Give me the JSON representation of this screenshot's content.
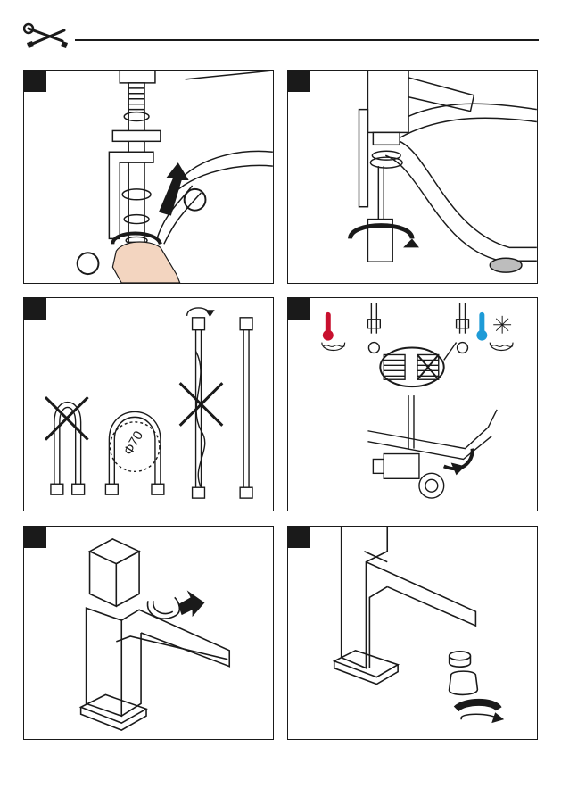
{
  "header": {
    "icon": "wrench-screwdriver-icon"
  },
  "colors": {
    "line": "#1a1a1a",
    "hot": "#c8102e",
    "cold": "#1e9bd7",
    "skin": "#f3d5c0",
    "gray": "#bdbdbd"
  },
  "panels": [
    {
      "id": "step-1",
      "content": "disassemble-threaded-rod"
    },
    {
      "id": "step-2",
      "content": "fasten-mounting-nut"
    },
    {
      "id": "step-3",
      "content": "hose-bending-radius"
    },
    {
      "id": "step-4",
      "content": "connect-hoses-hot-cold"
    },
    {
      "id": "step-5",
      "content": "remove-clip"
    },
    {
      "id": "step-6",
      "content": "unscrew-aerator"
    }
  ],
  "labels": {
    "bend_radius": "Φ70"
  }
}
